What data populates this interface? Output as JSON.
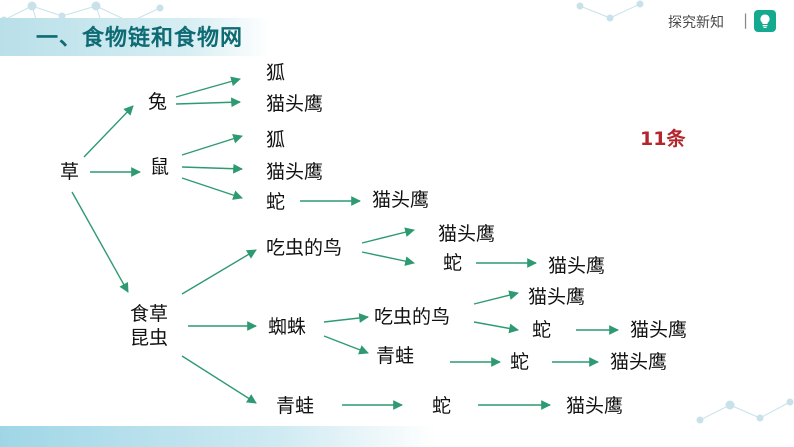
{
  "header": {
    "title": "一、食物链和食物网",
    "nav_label": "探究新知",
    "nav_sep": "|"
  },
  "count_label": "11条",
  "colors": {
    "edge": "#2e9a72",
    "title": "#0f6b73",
    "count": "#b3262e"
  },
  "nodes": {
    "grass": "草",
    "rabbit": "兔",
    "fox1": "狐",
    "owl_rabbit": "猫头鹰",
    "mouse": "鼠",
    "fox2": "狐",
    "owl_mouse": "猫头鹰",
    "snake_mouse": "蛇",
    "owl_snake_mouse": "猫头鹰",
    "insect": "食草\n昆虫",
    "bird1": "吃虫的鸟",
    "owl_bird1": "猫头鹰",
    "snake_bird1": "蛇",
    "owl_snake_bird1": "猫头鹰",
    "spider": "蜘蛛",
    "bird2": "吃虫的鸟",
    "owl_bird2": "猫头鹰",
    "snake_bird2": "蛇",
    "owl_snake_bird2": "猫头鹰",
    "frog_spider": "青蛙",
    "snake_frog_spider": "蛇",
    "owl_snake_frog_spider": "猫头鹰",
    "frog_insect": "青蛙",
    "snake_frog_insect": "蛇",
    "owl_snake_frog_insect": "猫头鹰"
  }
}
